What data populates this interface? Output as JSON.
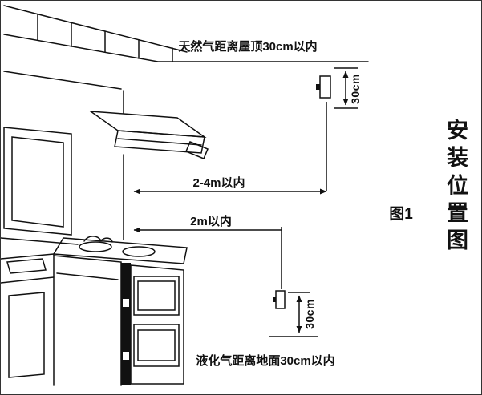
{
  "figure": {
    "caption": "图1",
    "title": "安装位置图",
    "title_chars": [
      "安",
      "装",
      "位",
      "置",
      "图"
    ]
  },
  "labels": {
    "ceiling_rule": "天然气距离屋顶30cm以内",
    "range_rule": "2-4m以内",
    "height_rule": "2m以内",
    "floor_rule": "液化气距离地面30cm以内",
    "dim_top": "30cm",
    "dim_bottom": "30cm"
  },
  "detectors": {
    "top_detector": "natural-gas-detector",
    "bottom_detector": "lpg-detector"
  },
  "colors": {
    "line": "#111111",
    "background": "#ffffff"
  }
}
